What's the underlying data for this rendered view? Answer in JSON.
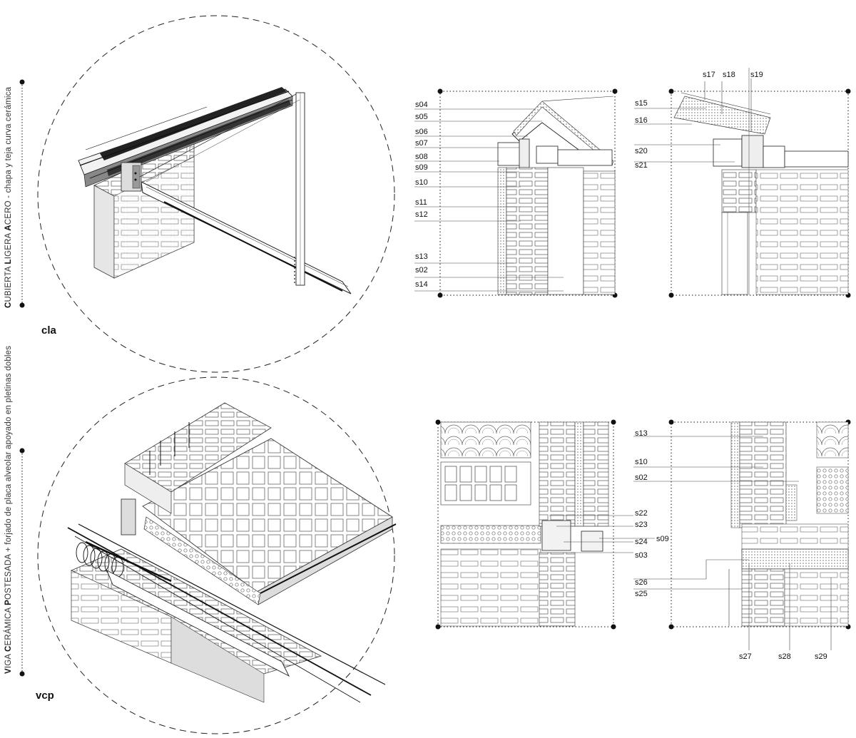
{
  "sections": [
    {
      "code": "cla",
      "title_initials": [
        "C",
        "L",
        "A"
      ],
      "title_parts": [
        "UBIERTA ",
        "IGERA ",
        "CERO - chapa y teja curva cerámica"
      ],
      "callouts_left_panel": [
        "s04",
        "s05",
        "s06",
        "s07",
        "s08",
        "s09",
        "s10",
        "s11",
        "s12",
        "s13",
        "s02",
        "s14"
      ],
      "callouts_right_panel_top": [
        "s17",
        "s18",
        "s19"
      ],
      "callouts_right_panel_left": [
        "s15",
        "s16",
        "s20",
        "s21"
      ]
    },
    {
      "code": "vcp",
      "title_initials": [
        "V",
        "C",
        "P"
      ],
      "title_parts": [
        "IGA ",
        "ERÁMICA ",
        "OSTESADA + forjado de placa alveolar apoyado en pletinas dobles"
      ],
      "callouts_left_panel_right": [
        "s22",
        "s23",
        "s24",
        "s03"
      ],
      "callout_mid": "s09",
      "callouts_right_panel_left": [
        "s13",
        "s10",
        "s02",
        "s26",
        "s25"
      ],
      "callouts_right_panel_bottom": [
        "s27",
        "s28",
        "s29"
      ]
    }
  ]
}
